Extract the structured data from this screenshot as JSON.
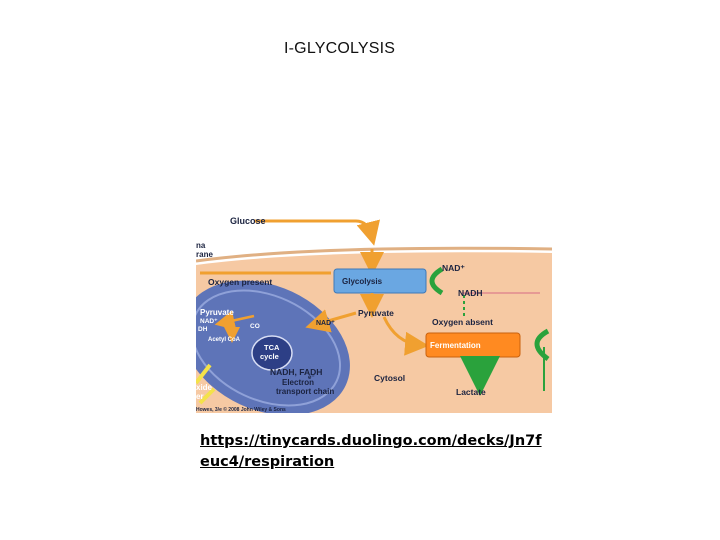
{
  "slide": {
    "title": "I-GLYCOLYSIS"
  },
  "figure": {
    "labels": {
      "glucose": "Glucose",
      "membrane_frag_1": "na",
      "membrane_frag_2": "rane",
      "oxygen_present": "Oxygen present",
      "glycolysis": "Glycolysis",
      "nad_plus_top": "NAD⁺",
      "nadh_top": "NADH",
      "pyruvate_cytosol": "Pyruvate",
      "nad_plus_mid": "NAD⁺",
      "oxygen_absent": "Oxygen absent",
      "pyruvate_mito": "Pyruvate",
      "nad_plus_mito": "NAD⁺",
      "dh_frag": "DH",
      "co2": "CO",
      "acetyl_coa": "Acetyl CoA",
      "tca_line1": "TCA",
      "tca_line2": "cycle",
      "fermentation": "Fermentation",
      "nadh_fadh": "NADH, FADH",
      "electron_line1": "Electron",
      "electron_line2": "transport chain",
      "e_minus": "e⁻",
      "cytosol": "Cytosol",
      "lactate": "Lactate",
      "oxide_frag": "xide",
      "er_frag": "er",
      "copyright": "Howes, 3/e © 2008 John Wiley & Sons"
    },
    "colors": {
      "cytosol_bg": "#f6c9a3",
      "mito": "#5e74b8",
      "box": "#6aa7e2",
      "box_orange": "#ff8a21",
      "arrow_orange": "#f0a030",
      "arrow_green": "#2aa23c"
    }
  },
  "link": {
    "text": "https://tinycards.duolingo.com/decks/Jn7feuc4/respiration"
  }
}
